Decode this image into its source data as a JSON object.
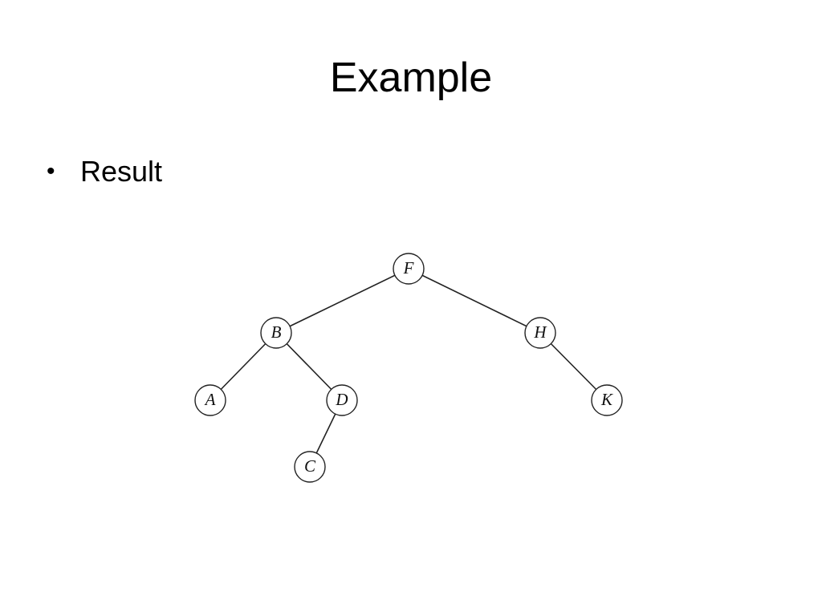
{
  "slide": {
    "title": "Example",
    "bullets": [
      "Result"
    ]
  },
  "tree": {
    "nodes": [
      {
        "id": "F",
        "label": "F"
      },
      {
        "id": "B",
        "label": "B"
      },
      {
        "id": "H",
        "label": "H"
      },
      {
        "id": "A",
        "label": "A"
      },
      {
        "id": "D",
        "label": "D"
      },
      {
        "id": "K",
        "label": "K"
      },
      {
        "id": "C",
        "label": "C"
      }
    ],
    "edges": [
      [
        "F",
        "B"
      ],
      [
        "F",
        "H"
      ],
      [
        "B",
        "A"
      ],
      [
        "B",
        "D"
      ],
      [
        "H",
        "K"
      ],
      [
        "D",
        "C"
      ]
    ]
  }
}
